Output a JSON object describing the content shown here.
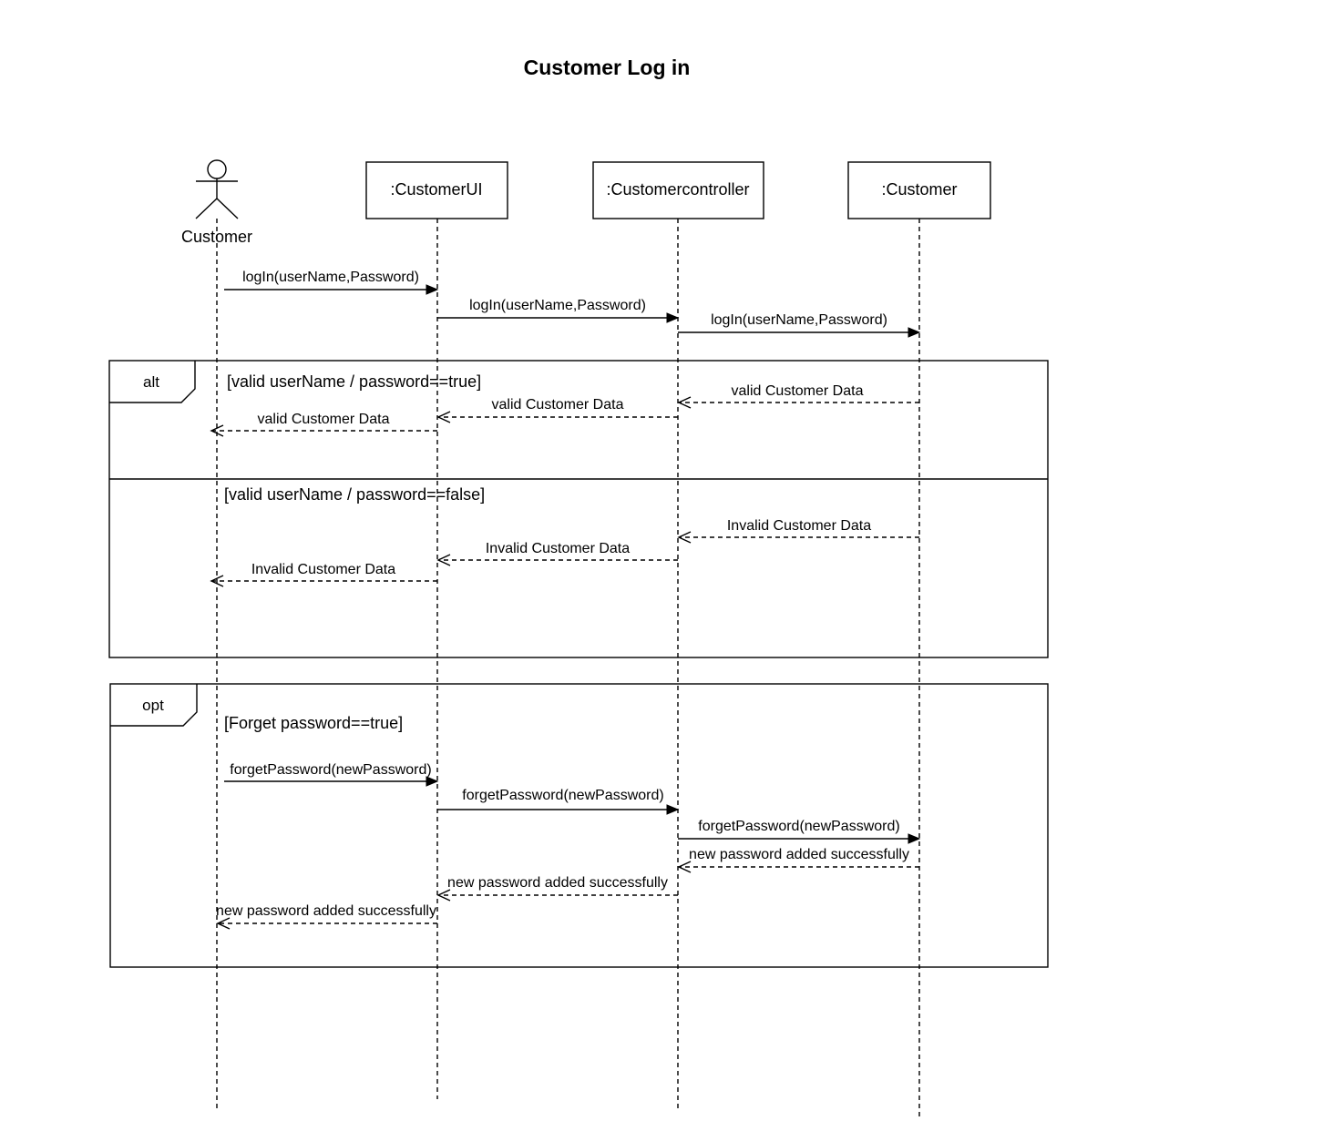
{
  "title": "Customer Log in",
  "participants": [
    {
      "id": "customer",
      "label": "Customer",
      "kind": "actor"
    },
    {
      "id": "customer_ui",
      "label": ":CustomerUI",
      "kind": "object"
    },
    {
      "id": "customer_controller",
      "label": ":Customercontroller",
      "kind": "object"
    },
    {
      "id": "customer_entity",
      "label": ":Customer",
      "kind": "object"
    }
  ],
  "messages": [
    {
      "from": "customer",
      "to": "customer_ui",
      "label": "logIn(userName,Password)",
      "style": "sync"
    },
    {
      "from": "customer_ui",
      "to": "customer_controller",
      "label": "logIn(userName,Password)",
      "style": "sync"
    },
    {
      "from": "customer_controller",
      "to": "customer_entity",
      "label": "logIn(userName,Password)",
      "style": "sync"
    },
    {
      "from": "customer_entity",
      "to": "customer_controller",
      "label": "valid Customer Data",
      "style": "return"
    },
    {
      "from": "customer_controller",
      "to": "customer_ui",
      "label": "valid Customer Data",
      "style": "return"
    },
    {
      "from": "customer_ui",
      "to": "customer",
      "label": "valid Customer Data",
      "style": "return"
    },
    {
      "from": "customer_entity",
      "to": "customer_controller",
      "label": "Invalid Customer Data",
      "style": "return"
    },
    {
      "from": "customer_controller",
      "to": "customer_ui",
      "label": "Invalid Customer Data",
      "style": "return"
    },
    {
      "from": "customer_ui",
      "to": "customer",
      "label": "Invalid Customer Data",
      "style": "return"
    },
    {
      "from": "customer",
      "to": "customer_ui",
      "label": "forgetPassword(newPassword)",
      "style": "sync"
    },
    {
      "from": "customer_ui",
      "to": "customer_controller",
      "label": "forgetPassword(newPassword)",
      "style": "sync"
    },
    {
      "from": "customer_controller",
      "to": "customer_entity",
      "label": "forgetPassword(newPassword)",
      "style": "sync"
    },
    {
      "from": "customer_entity",
      "to": "customer_controller",
      "label": "new password added successfully",
      "style": "return"
    },
    {
      "from": "customer_controller",
      "to": "customer_ui",
      "label": "new password added successfully",
      "style": "return"
    },
    {
      "from": "customer_ui",
      "to": "customer",
      "label": "new password added successfully",
      "style": "return"
    }
  ],
  "fragments": [
    {
      "operator": "alt",
      "guards": [
        "[valid userName / password==true]",
        "[valid userName / password==false]"
      ]
    },
    {
      "operator": "opt",
      "guards": [
        "[Forget password==true]"
      ]
    }
  ]
}
